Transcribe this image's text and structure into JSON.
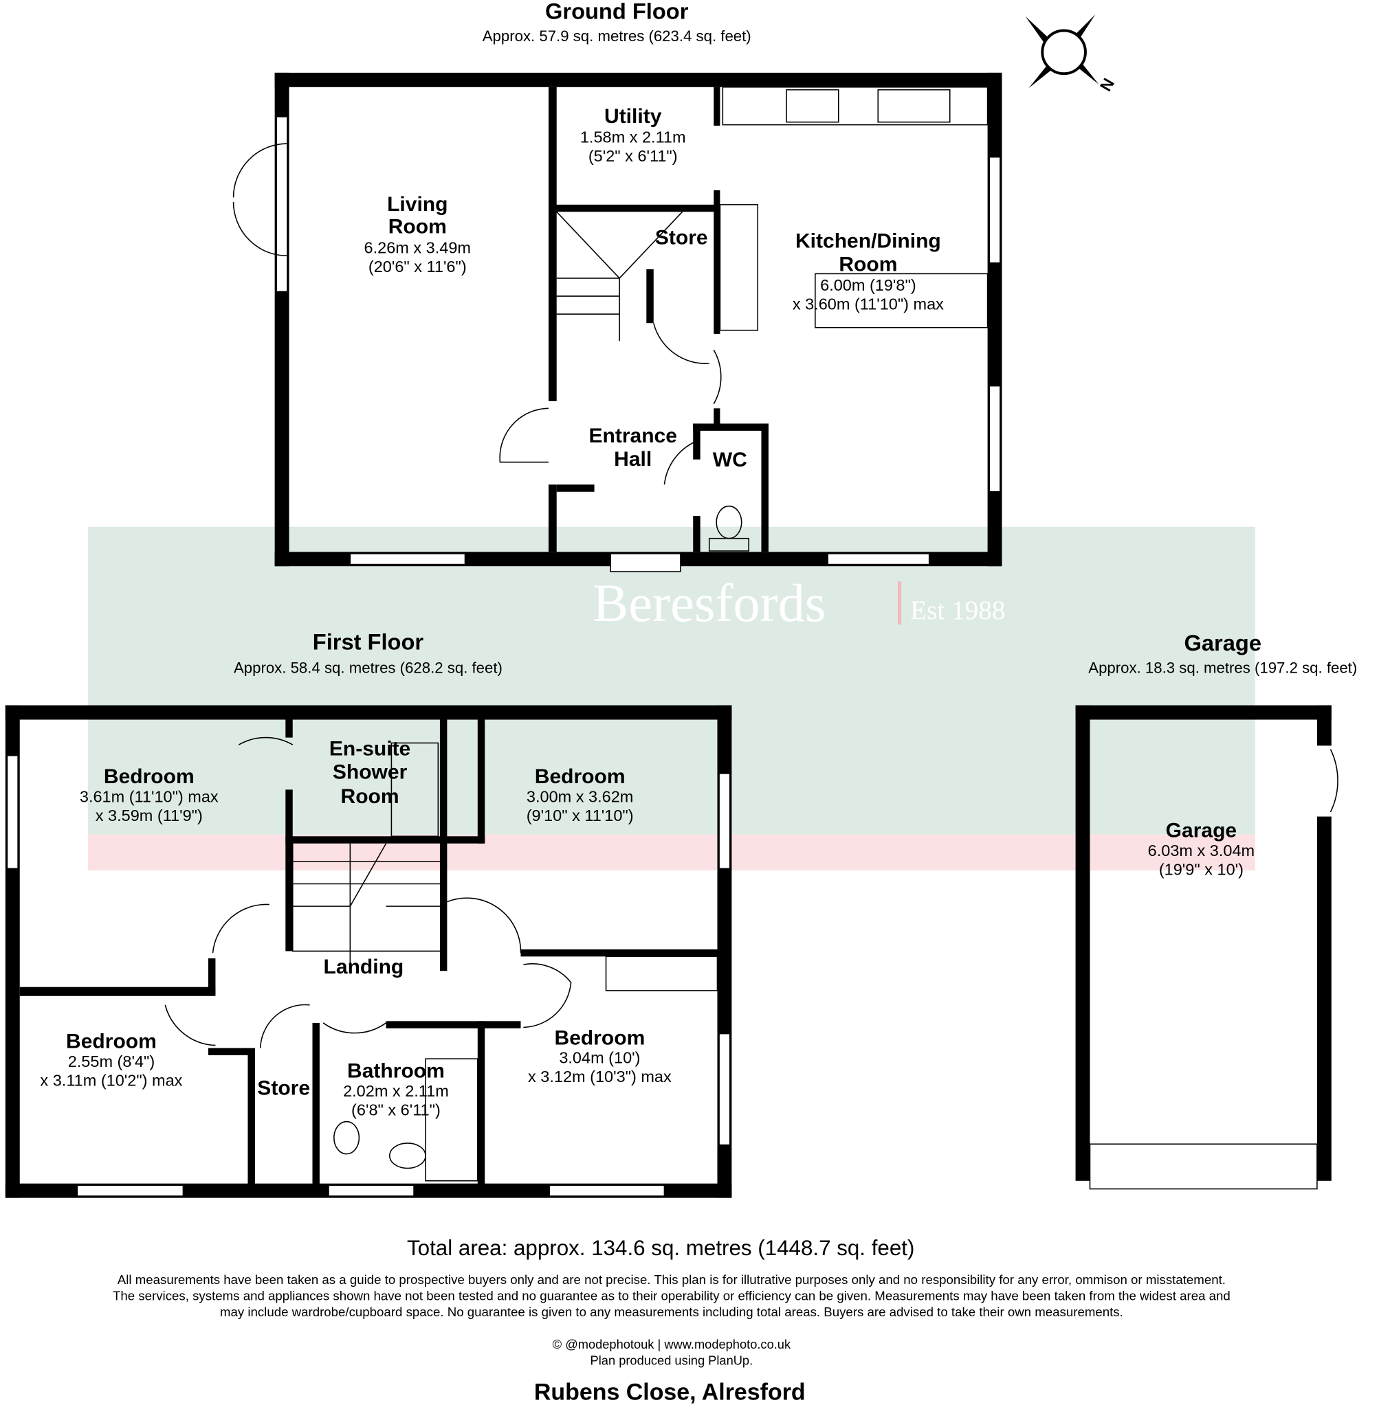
{
  "ground_floor": {
    "title": "Ground Floor",
    "area": "Approx. 57.9 sq. metres (623.4 sq. feet)",
    "rooms": [
      {
        "name": [
          "Living",
          "Room"
        ],
        "dims": [
          "6.26m x 3.49m",
          "(20'6\" x 11'6\")"
        ]
      },
      {
        "name": [
          "Utility"
        ],
        "dims": [
          "1.58m x 2.11m",
          "(5'2\" x 6'11\")"
        ]
      },
      {
        "name": [
          "Store"
        ],
        "dims": []
      },
      {
        "name": [
          "Kitchen/Dining",
          "Room"
        ],
        "dims": [
          "6.00m (19'8\")",
          "x 3.60m (11'10\") max"
        ]
      },
      {
        "name": [
          "Entrance",
          "Hall"
        ],
        "dims": []
      },
      {
        "name": [
          "WC"
        ],
        "dims": []
      }
    ]
  },
  "first_floor": {
    "title": "First Floor",
    "area": "Approx. 58.4 sq. metres (628.2 sq. feet)",
    "rooms": [
      {
        "name": [
          "Bedroom"
        ],
        "dims": [
          "3.61m (11'10\") max",
          "x 3.59m (11'9\")"
        ]
      },
      {
        "name": [
          "En-suite",
          "Shower",
          "Room"
        ],
        "dims": []
      },
      {
        "name": [
          "Bedroom"
        ],
        "dims": [
          "3.00m x 3.62m",
          "(9'10\" x 11'10\")"
        ]
      },
      {
        "name": [
          "Landing"
        ],
        "dims": []
      },
      {
        "name": [
          "Bedroom"
        ],
        "dims": [
          "2.55m (8'4\")",
          "x 3.11m (10'2\") max"
        ]
      },
      {
        "name": [
          "Store"
        ],
        "dims": []
      },
      {
        "name": [
          "Bathroom"
        ],
        "dims": [
          "2.02m x 2.11m",
          "(6'8\" x 6'11\")"
        ]
      },
      {
        "name": [
          "Bedroom"
        ],
        "dims": [
          "3.04m (10')",
          "x 3.12m (10'3\") max"
        ]
      }
    ]
  },
  "garage": {
    "title": "Garage",
    "area": "Approx. 18.3 sq. metres (197.2 sq. feet)",
    "rooms": [
      {
        "name": [
          "Garage"
        ],
        "dims": [
          "6.03m x 3.04m",
          "(19'9\" x 10')"
        ]
      }
    ]
  },
  "compass": {
    "icon": "north-compass-icon",
    "label": "N"
  },
  "watermark": {
    "brand": "Beresfords",
    "est": "Est 1988",
    "colors": {
      "green": "#deebe4",
      "pink": "#fbe1e4"
    }
  },
  "footer": {
    "total_area": "Total area: approx. 134.6 sq. metres (1448.7 sq. feet)",
    "disclaimer": [
      "All measurements have been taken as a guide to prospective buyers only and are not precise. This plan is for illutrative purposes only and no responsibility for any error, ommison or misstatement.",
      "The services, systems and appliances shown have not been tested and no guarantee as to their operability or efficiency can be given. Measurements may have been taken from the widest area and",
      "may include wardrobe/cupboard space. No guarantee is given to any measurements including total areas. Buyers are advised to take their own measurements."
    ],
    "credit": "© @modephotouk | www.modephoto.co.uk",
    "produced": "Plan  produced  using  PlanUp.",
    "address": "Rubens Close, Alresford"
  }
}
